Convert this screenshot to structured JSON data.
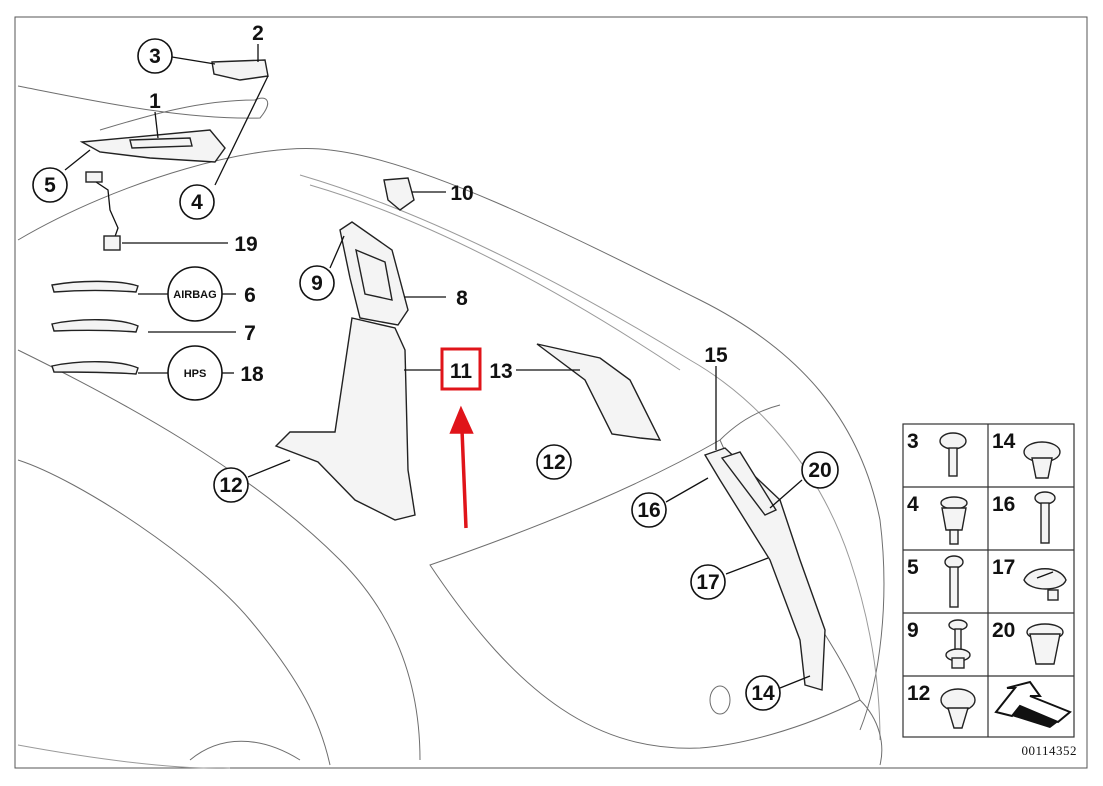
{
  "diagram": {
    "callouts": [
      "1",
      "2",
      "3",
      "4",
      "5",
      "6",
      "7",
      "8",
      "9",
      "10",
      "11",
      "12",
      "13",
      "14",
      "15",
      "16",
      "17",
      "18",
      "19",
      "20"
    ],
    "labels": {
      "airbag": "AIRBAG",
      "hps": "HPS"
    },
    "highlighted_part": "11",
    "fastener_table": {
      "rows": [
        {
          "left": "3",
          "right": "14"
        },
        {
          "left": "4",
          "right": "16"
        },
        {
          "left": "5",
          "right": "17"
        },
        {
          "left": "9",
          "right": "20"
        },
        {
          "left": "12",
          "right": ""
        }
      ]
    },
    "drawing_number": "00114352",
    "colors": {
      "highlight": "#e0141a",
      "line": "#111111"
    }
  }
}
